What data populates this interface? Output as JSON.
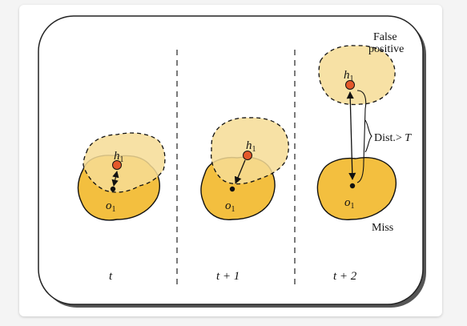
{
  "colors": {
    "object_fill": "#f3bf3f",
    "hypothesis_fill": "#f6dc95",
    "hypothesis_point": "#e4582b",
    "frame_stroke": "#222222"
  },
  "frames": [
    {
      "time_label": "t",
      "hyp_label": "h",
      "obj_label": "o"
    },
    {
      "time_label": "t + 1",
      "hyp_label": "h",
      "obj_label": "o"
    },
    {
      "time_label": "t + 2",
      "hyp_label": "h",
      "obj_label": "o"
    }
  ],
  "subscript": "1",
  "annotations": {
    "false_positive_line1": "False",
    "false_positive_line2": "positive",
    "distance": "Dist.> ",
    "threshold": "T",
    "miss": "Miss"
  }
}
